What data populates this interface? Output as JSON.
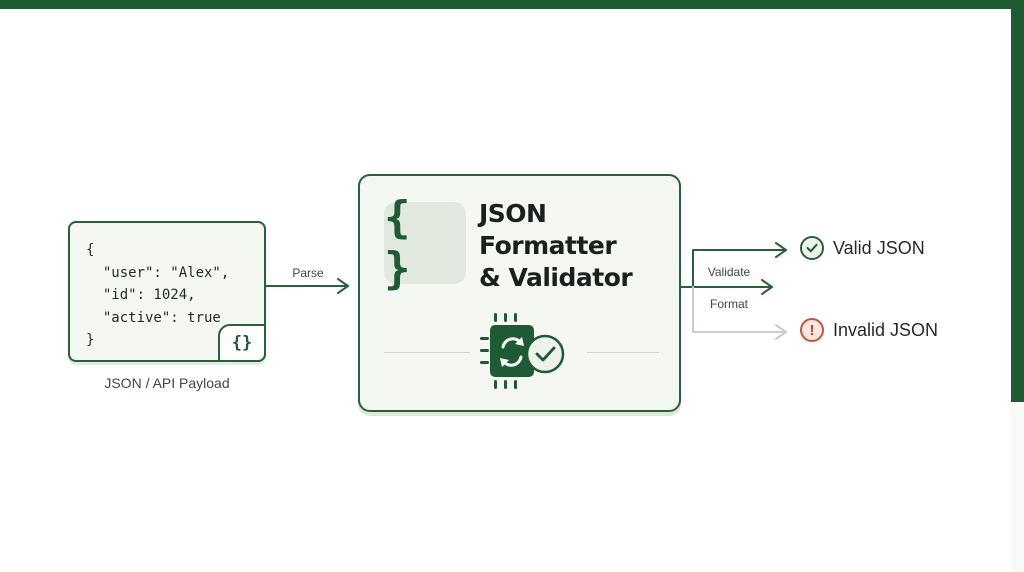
{
  "input": {
    "code_lines": [
      "{",
      "  \"user\": \"Alex\",",
      "  \"id\": 1024,",
      "  \"active\": true",
      "}"
    ],
    "badge_glyph": "{}",
    "caption": "JSON / API Payload"
  },
  "edges": {
    "parse": "Parse",
    "validate": "Validate",
    "format": "Format"
  },
  "tool": {
    "icon_glyph": "{ }",
    "title_lines": [
      "JSON",
      "Formatter",
      "& Validator"
    ]
  },
  "outputs": {
    "valid": {
      "label": "Valid JSON",
      "icon": "check-circle-icon"
    },
    "invalid": {
      "label": "Invalid JSON",
      "icon": "exclamation-circle-icon",
      "glyph": "!"
    }
  },
  "colors": {
    "brand_green": "#1e5a34",
    "stroke_green": "#2a5f3c",
    "card_bg": "#f4f7f2",
    "error_red": "#c2533e",
    "muted_arrow": "#c8cfc5"
  }
}
